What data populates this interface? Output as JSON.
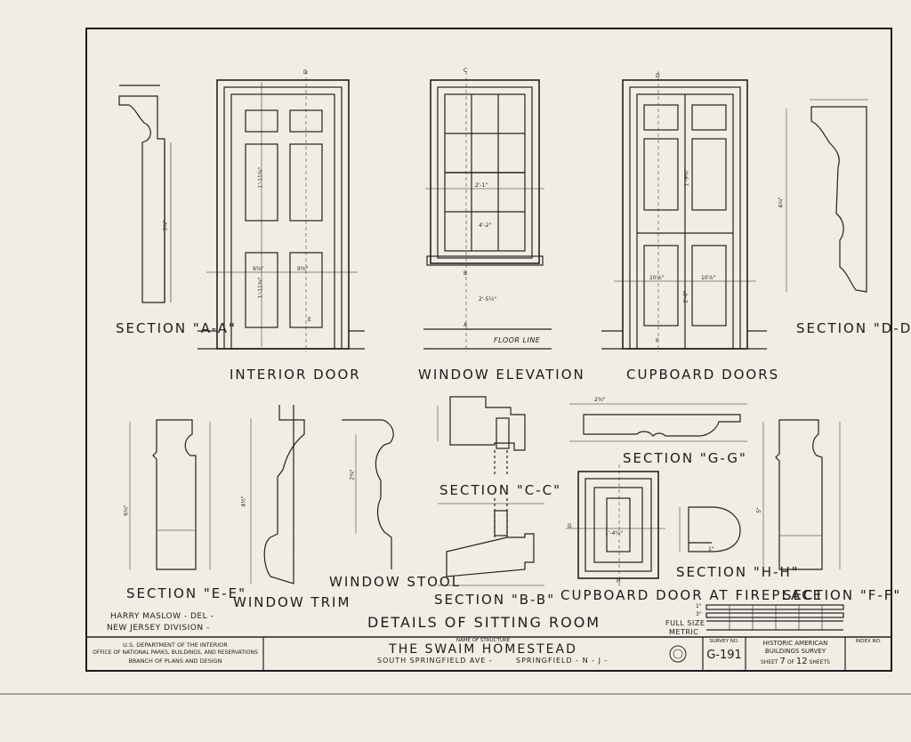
{
  "views": {
    "section_aa": "SECTION \"A-A\"",
    "interior_door": "INTERIOR  DOOR",
    "window_elevation": "WINDOW  ELEVATION",
    "cupboard_doors": "CUPBOARD  DOORS",
    "section_dd": "SECTION \"D-D\"",
    "section_ee": "SECTION \"E-E\"",
    "window_trim": "WINDOW  TRIM",
    "window_stool": "WINDOW  STOOL",
    "section_cc": "SECTION \"C-C\"",
    "section_bb": "SECTION \"B-B\"",
    "section_gg": "SECTION \"G-G\"",
    "cupboard_fireplace": "CUPBOARD  DOOR  AT  FIREPLACE",
    "section_hh": "SECTION \"H-H\"",
    "section_ff": "SECTION \"F-F\""
  },
  "floor_line": "FLOOR  LINE",
  "sheet_title": "DETAILS  OF  SITTING  ROOM",
  "delineator": {
    "name": "HARRY  MASLOW - DEL -",
    "division": "NEW  JERSEY  DIVISION -"
  },
  "scale": {
    "label_full": "FULL SIZE",
    "label_metric": "METRIC",
    "row1_label": "1\"",
    "row2_label": "3\""
  },
  "title_block": {
    "agency_line1": "U.S. DEPARTMENT OF THE INTERIOR",
    "agency_line2": "OFFICE OF NATIONAL PARKS, BUILDINGS, AND RESERVATIONS",
    "agency_line3": "BRANCH OF PLANS AND DESIGN",
    "name_label": "NAME OF STRUCTURE",
    "structure_name": "THE  SWAIM  HOMESTEAD",
    "address": "SOUTH  SPRINGFIELD  AVE -",
    "city": "SPRINGFIELD - N - J -",
    "survey_label": "SURVEY NO.",
    "survey_no": "G-191",
    "habs_line1": "HISTORIC AMERICAN",
    "habs_line2": "BUILDINGS SURVEY",
    "sheet_word": "SHEET",
    "sheet_no": "7",
    "of_word": "OF",
    "sheet_total": "12",
    "sheets_word": "SHEETS",
    "index_label": "INDEX NO."
  },
  "dims": {
    "door_rail": "1'-11¾\"",
    "door_lower": "1'-11¾\"",
    "door_stile": "9⅜\"",
    "door_stile2": "9⅜\"",
    "window_width": "2'-1\"",
    "window_pane": "4'-2\"",
    "window_sill": "2'-5¼\"",
    "cup_panel": "1'-9⅜\"",
    "cup_lower": "2'-0\"",
    "cup_stile": "10⅞\"",
    "cup_stile2": "10⅞\"",
    "aa_height": "3⅛\"",
    "dd_height": "4¾\"",
    "ee_height": "6¾\"",
    "trim_height": "4½\"",
    "stool_height": "2⅜\"",
    "ff_height": "5\"",
    "gg_width": "2⅜\"",
    "hh_width": "1\"",
    "fire_width": "1'-4¼\""
  },
  "marks": {
    "a": "A",
    "b": "B",
    "c": "C",
    "d": "D",
    "e": "E",
    "f": "F",
    "g": "G",
    "h": "H"
  }
}
